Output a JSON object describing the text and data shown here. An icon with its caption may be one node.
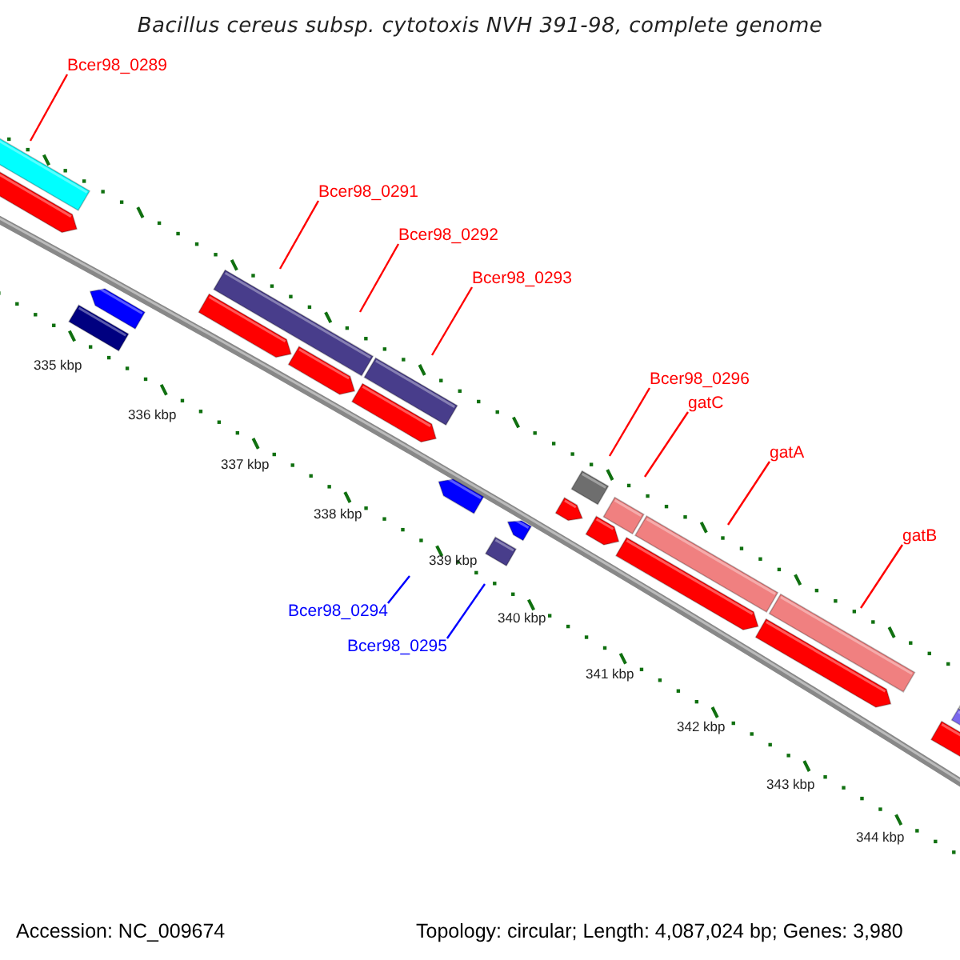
{
  "diagram": {
    "title": "Bacillus cereus subsp. cytotoxis NVH 391-98, complete genome",
    "nodes": [
      {
        "text": [
          "Bcer98_0289"
        ]
      },
      {
        "text": [
          "Bcer98_0291"
        ]
      },
      {
        "text": [
          "Bcer98_0292"
        ]
      },
      {
        "text": [
          "Bcer98_0293"
        ]
      },
      {
        "text": [
          "Bcer98_0296"
        ]
      },
      {
        "text": [
          "gatC"
        ]
      },
      {
        "text": [
          "gatA"
        ]
      },
      {
        "text": [
          "gatB"
        ]
      },
      {
        "text": [
          "Bcer98_0294"
        ]
      },
      {
        "text": [
          "Bcer98_0295"
        ]
      }
    ],
    "edges": [
      {
        "from": 0,
        "to": null,
        "arrow": "none"
      },
      {
        "from": 1,
        "to": null,
        "arrow": "none"
      },
      {
        "from": 2,
        "to": null,
        "arrow": "none"
      },
      {
        "from": 3,
        "to": null,
        "arrow": "none"
      },
      {
        "from": 4,
        "to": null,
        "arrow": "none"
      },
      {
        "from": 5,
        "to": null,
        "arrow": "none"
      },
      {
        "from": 6,
        "to": null,
        "arrow": "none"
      },
      {
        "from": 7,
        "to": null,
        "arrow": "none"
      },
      {
        "from": 8,
        "to": null,
        "arrow": "none",
        "color": "#0000ff"
      },
      {
        "from": 9,
        "to": null,
        "arrow": "none",
        "color": "#0000ff"
      }
    ],
    "labels": [
      "335 kbp",
      "336 kbp",
      "337 kbp",
      "338 kbp",
      "339 kbp",
      "340 kbp",
      "341 kbp",
      "342 kbp",
      "343 kbp",
      "344 kbp",
      "Accession: NC_009674",
      "Topology: circular; Length: 4,087,024 bp; Genes: 3,980"
    ]
  }
}
